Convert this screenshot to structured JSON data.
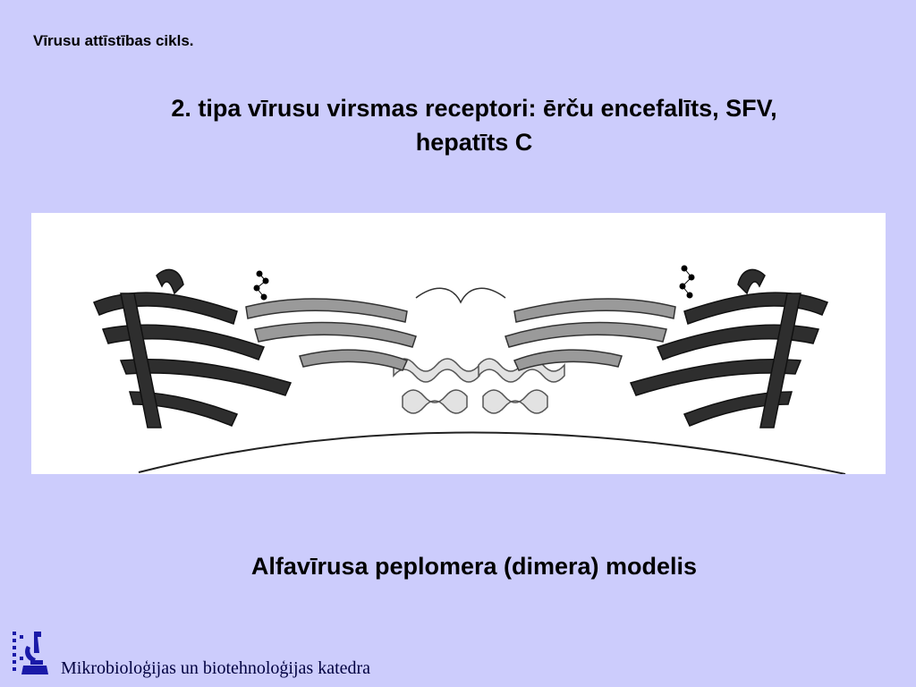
{
  "slide": {
    "section_label": "Vīrusu attīstības cikls.",
    "title_line1": "2. tipa vīrusu virsmas receptori: ērču encefalīts, SFV,",
    "title_line2": "hepatīts C",
    "caption": "Alfavīrusa peplomera (dimera) modelis"
  },
  "figure": {
    "icon": "protein-ribbon-diagram"
  },
  "footer": {
    "department": "Mikrobioloģijas un biotehnoloģijas katedra",
    "logo_icon": "microscope-icon",
    "colors": {
      "logo": "#1a1aa8",
      "background": "#ccccfc"
    }
  }
}
